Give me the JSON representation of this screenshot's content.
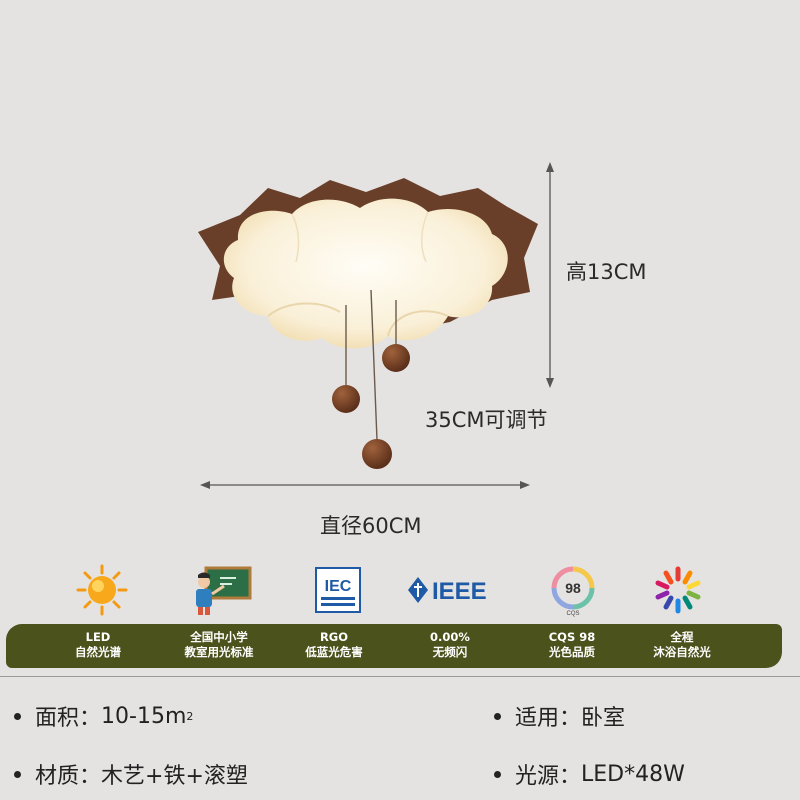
{
  "dimensions": {
    "height": "高13CM",
    "adjustable": "35CM可调节",
    "diameter": "直径60CM"
  },
  "icons": [
    {
      "icon": "sun-icon"
    },
    {
      "icon": "teacher-blackboard-icon"
    },
    {
      "icon": "iec-logo",
      "text": "IEC"
    },
    {
      "icon": "ieee-logo",
      "text": "IEEE"
    },
    {
      "icon": "cqs-badge",
      "text": "98",
      "sub": "CQS"
    },
    {
      "icon": "color-wheel-icon"
    }
  ],
  "features": [
    {
      "line1": "LED",
      "line2": "自然光谱"
    },
    {
      "line1": "全国中小学",
      "line2": "教室用光标准"
    },
    {
      "line1": "RGO",
      "line2": "低蓝光危害"
    },
    {
      "line1": "0.00%",
      "line2": "无频闪"
    },
    {
      "line1": "CQS 98",
      "line2": "光色品质"
    },
    {
      "line1": "全程",
      "line2": "沐浴自然光"
    }
  ],
  "specs": {
    "area": {
      "label": "面积：",
      "value": "10-15m",
      "sup": "2"
    },
    "usage": {
      "label": "适用：",
      "value": "卧室"
    },
    "material": {
      "label": "材质：",
      "value": "木艺+铁+滚塑"
    },
    "light_source": {
      "label": "光源：",
      "value": "LED*48W"
    }
  },
  "colors": {
    "background": "#e5e3e1",
    "band": "#4b521c",
    "wood": "#6a3f2a",
    "shade": "#fbf1d9"
  }
}
